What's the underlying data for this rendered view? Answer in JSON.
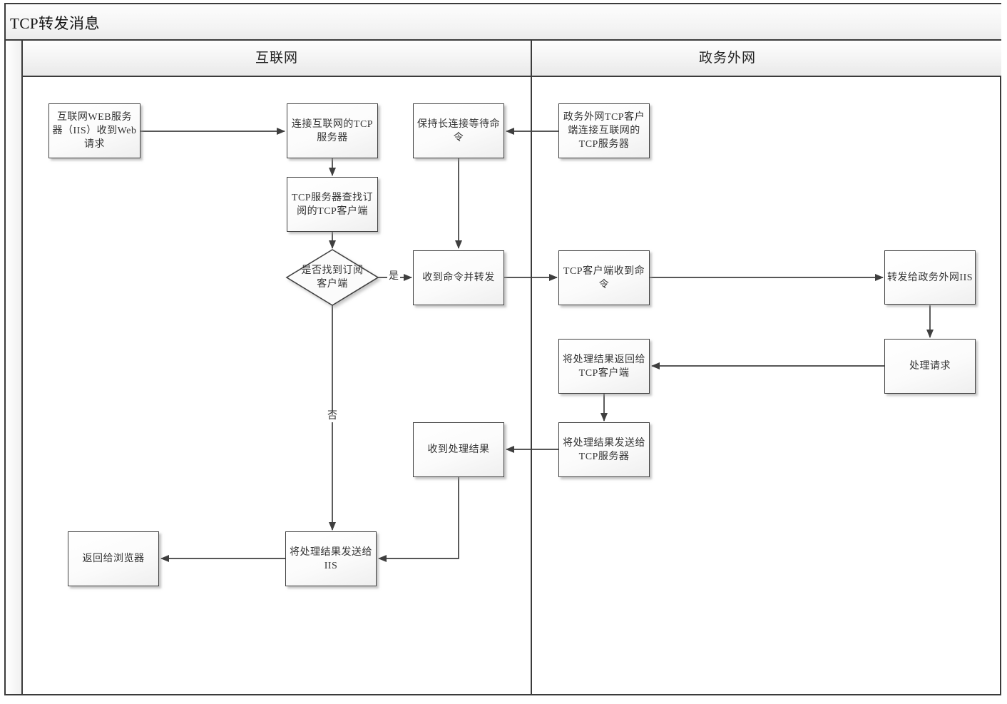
{
  "diagram_title": "TCP转发消息",
  "lanes": {
    "lane1": "互联网",
    "lane2": "政务外网"
  },
  "nodes": {
    "web_request": "互联网WEB服务器（IIS）收到Web请求",
    "connect_tcp_server": "连接互联网的TCP服务器",
    "find_subscribed_client": "TCP服务器查找订阅的TCP客户端",
    "found_client_decision": "是否找到订阅客户端",
    "receive_forward_command": "收到命令并转发",
    "keep_long_connection": "保持长连接等待命令",
    "gov_client_connect": "政务外网TCP客户端连接互联网的TCP服务器",
    "tcp_client_receive": "TCP客户端收到命令",
    "forward_gov_iis": "转发给政务外网IIS",
    "process_request": "处理请求",
    "return_result_to_client": "将处理结果返回给TCP客户端",
    "send_result_to_server": "将处理结果发送给TCP服务器",
    "receive_result": "收到处理结果",
    "send_result_to_iis": "将处理结果发送给IIS",
    "return_to_browser": "返回给浏览器"
  },
  "edge_labels": {
    "yes": "是",
    "no": "否"
  },
  "colors": {
    "line": "#3f3f3f",
    "box_border": "#404040",
    "text": "#333333",
    "band_fill": "#ededed"
  }
}
